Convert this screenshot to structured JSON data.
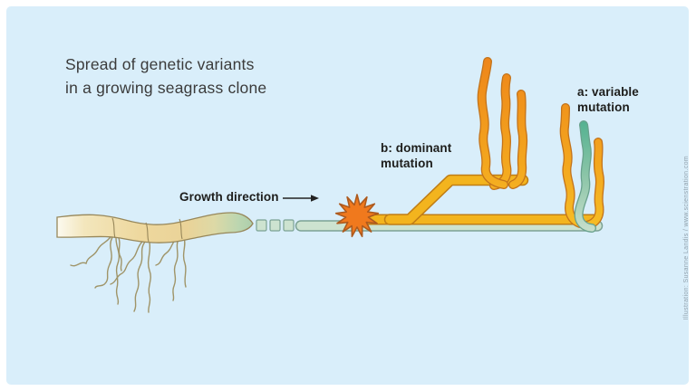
{
  "title": {
    "line1": "Spread of genetic variants",
    "line2": "in a growing seagrass clone"
  },
  "growth_direction": {
    "label": "Growth direction"
  },
  "labels": {
    "b": {
      "line1": "b: dominant",
      "line2": "mutation"
    },
    "a": {
      "line1": "a: variable",
      "line2": "mutation"
    }
  },
  "credit": "Illustration: Susanne Landis / www.scienstration.com",
  "colors": {
    "panel_bg": "#d9eefa",
    "title_text": "#3b3b3b",
    "label_text": "#1d1d1b",
    "credit_text": "#93a2ad",
    "rhizome_outline": "#97875a",
    "root": "#9f9468",
    "green_fill": "#cde3d0",
    "green_outline": "#7ca294",
    "yellow_fill": "#f3b41e",
    "yellow_outline": "#c07d15",
    "orange_blade": "#ee8b1a",
    "orange_outline": "#c3731b",
    "teal_blade": "#54b291",
    "teal_outline": "#69a18c",
    "starburst_fill": "#f0791d",
    "starburst_outline": "#ad5a1e"
  }
}
